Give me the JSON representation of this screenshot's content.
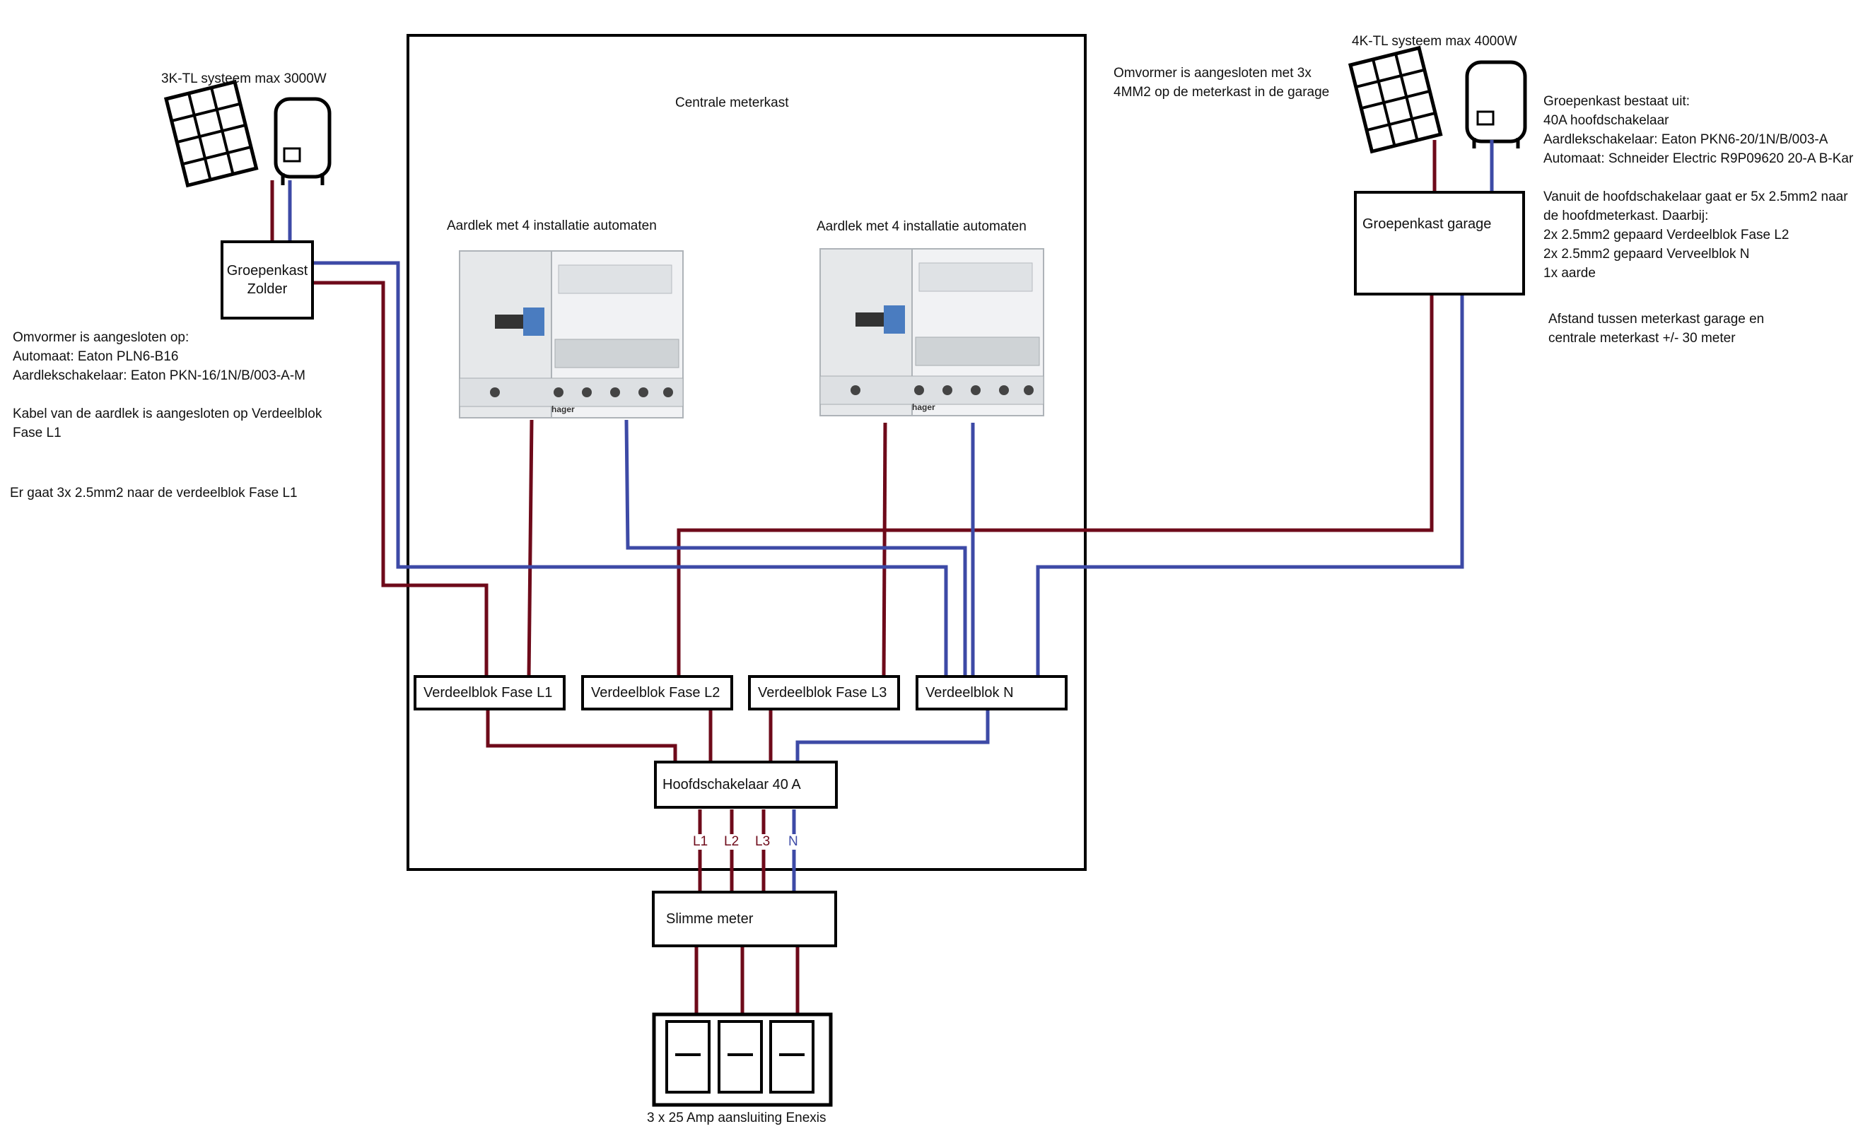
{
  "colors": {
    "phase": "#6e0a1a",
    "neutral": "#3d4aa6",
    "frame": "#000000"
  },
  "central_box": {
    "title": "Centrale meterkast"
  },
  "solar_attic": {
    "title": "3K-TL systeem max 3000W",
    "panel_icon": "solar-panel-icon",
    "inverter_icon": "inverter-icon"
  },
  "solar_garage": {
    "title": "4K-TL systeem max 4000W",
    "panel_icon": "solar-panel-icon",
    "inverter_icon": "inverter-icon"
  },
  "groepenkast_zolder": {
    "line1": "Groepenkast",
    "line2": "Zolder"
  },
  "groepenkast_garage": {
    "label": "Groepenkast garage"
  },
  "attic_notes": {
    "lines": [
      "Omvormer is aangesloten op:",
      "Automaat: Eaton PLN6-B16",
      "Aardlekschakelaar: Eaton PKN-16/1N/B/003-A-M",
      "",
      "Kabel van de aardlek is aangesloten op Verdeelblok",
      "Fase L1"
    ],
    "extra": "Er gaat 3x 2.5mm2 naar de verdeelblok Fase L1"
  },
  "garage_connection_note": {
    "lines": [
      "Omvormer is aangesloten met 3x",
      "4MM2 op de meterkast in de garage"
    ]
  },
  "garage_notes": {
    "lines": [
      "Groepenkast bestaat uit:",
      "40A hoofdschakelaar",
      "Aardlekschakelaar: Eaton PKN6-20/1N/B/003-A",
      "Automaat: Schneider Electric R9P09620 20-A B-Kar",
      "",
      "Vanuit de hoofdschakelaar gaat er 5x 2.5mm2 naar",
      "de hoofdmeterkast. Daarbij:",
      "2x 2.5mm2 gepaard Verdeelblok Fase L2",
      "2x 2.5mm2 gepaard Verveelblok N",
      "1x aarde"
    ]
  },
  "distance_note": {
    "lines": [
      "Afstand tussen meterkast garage en",
      "centrale meterkast +/- 30 meter"
    ]
  },
  "aardlek_left": {
    "label": "Aardlek met 4 installatie automaten",
    "brand": "hager"
  },
  "aardlek_right": {
    "label": "Aardlek met 4 installatie automaten",
    "brand": "hager"
  },
  "verdeelblokken": [
    {
      "label": "Verdeelblok Fase  L1"
    },
    {
      "label": "Verdeelblok Fase L2"
    },
    {
      "label": "Verdeelblok Fase L3"
    },
    {
      "label": "Verdeelblok N"
    }
  ],
  "hoofdschakelaar": {
    "label": "Hoofdschakelaar 40 A"
  },
  "phase_labels": [
    "L1",
    "L2",
    "L3",
    "N"
  ],
  "slimme_meter": {
    "label": "Slimme meter"
  },
  "enexis": {
    "label": "3 x 25 Amp aansluiting Enexis"
  }
}
